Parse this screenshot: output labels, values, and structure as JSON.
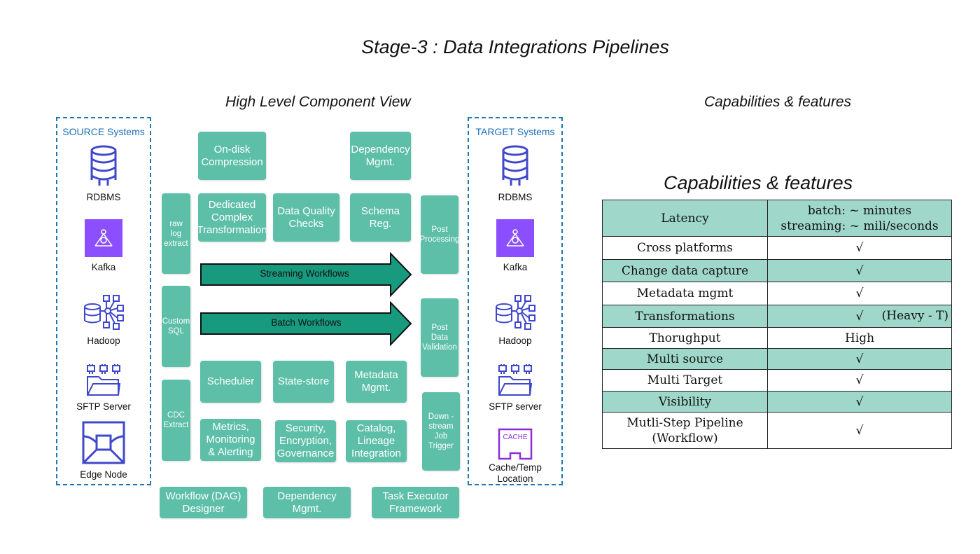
{
  "title": "Stage-3 : Data Integrations Pipelines",
  "component_view_title": "High Level Component View",
  "capabilities_title_top": "Capabilities & features",
  "capabilities_title": "Capabilities & features",
  "source": {
    "title": "SOURCE Systems",
    "items": [
      {
        "label": "RDBMS",
        "icon": "database-icon"
      },
      {
        "label": "Kafka",
        "icon": "kafka-icon"
      },
      {
        "label": "Hadoop",
        "icon": "hadoop-icon"
      },
      {
        "label": "SFTP Server",
        "icon": "sftp-folder-icon"
      },
      {
        "label": "Edge Node",
        "icon": "edge-node-icon"
      }
    ]
  },
  "target": {
    "title": "TARGET Systems",
    "items": [
      {
        "label": "RDBMS",
        "icon": "database-icon"
      },
      {
        "label": "Kafka",
        "icon": "kafka-icon"
      },
      {
        "label": "Hadoop",
        "icon": "hadoop-icon"
      },
      {
        "label": "SFTP server",
        "icon": "sftp-folder-icon"
      },
      {
        "label": "Cache/Temp Location",
        "icon": "cache-icon",
        "icon_text": "CACHE"
      }
    ]
  },
  "components": {
    "on_disk_compression": "On-disk Compression",
    "dependency_mgmt_top": "Dependency Mgmt.",
    "raw_log_extract": "raw log extract",
    "dedicated_transformation": "Dedicated Complex Transformation",
    "data_quality_checks": "Data Quality Checks",
    "schema_reg": "Schema Reg.",
    "post_processing": "Post Processing",
    "custom_sql": "Custom SQL",
    "post_data_validation": "Post Data Validation",
    "cdc_extract": "CDC Extract",
    "scheduler": "Scheduler",
    "state_store": "State-store",
    "metadata_mgmt": "Metadata Mgmt.",
    "downstream_job_trigger": "Down -stream Job Trigger",
    "metrics_monitoring": "Metrics, Monitoring & Alerting",
    "security_governance": "Security, Encryption, Governance",
    "catalog_lineage": "Catalog, Lineage Integration",
    "workflow_designer": "Workflow (DAG) Designer",
    "dependency_mgmt_bottom": "Dependency Mgmt.",
    "task_executor": "Task Executor Framework"
  },
  "arrows": {
    "streaming": "Streaming Workflows",
    "batch": "Batch Workflows"
  },
  "colors": {
    "box": "#5dbfa8",
    "arrow": "#179a7e",
    "table_alt": "#9fd8ca",
    "dashed": "#1f77b4",
    "icon": "#3f48cc",
    "kafka": "#8c4fff"
  },
  "capabilities": {
    "rows": [
      {
        "feature": "Latency",
        "value": "batch: ~ minutes",
        "value2": "streaming: ~ mili/seconds",
        "shaded": true
      },
      {
        "feature": "Cross platforms",
        "value": "√",
        "shaded": false
      },
      {
        "feature": "Change data capture",
        "value": "√",
        "shaded": true
      },
      {
        "feature": "Metadata mgmt",
        "value": "√",
        "shaded": false
      },
      {
        "feature": "Transformations",
        "value": "√",
        "note": "(Heavy - T)",
        "shaded": true
      },
      {
        "feature": "Thorughput",
        "value": "High",
        "shaded": false
      },
      {
        "feature": "Multi source",
        "value": "√",
        "shaded": true
      },
      {
        "feature": "Multi Target",
        "value": "√",
        "shaded": false
      },
      {
        "feature": "Visibility",
        "value": "√",
        "shaded": true
      },
      {
        "feature": "Mutli-Step Pipeline",
        "feature2": "(Workflow)",
        "value": "√",
        "shaded": false
      }
    ]
  }
}
